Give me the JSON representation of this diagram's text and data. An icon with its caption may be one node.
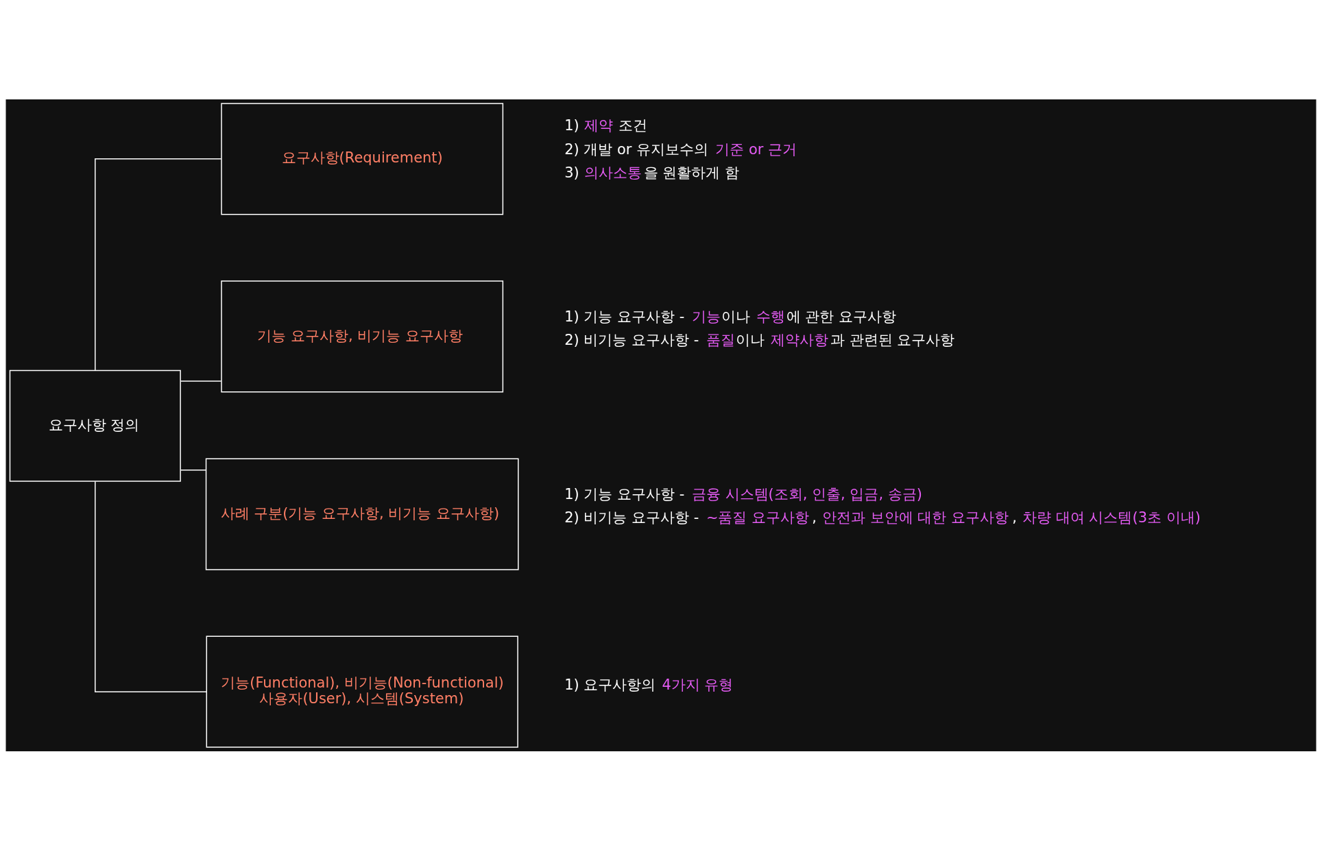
{
  "diagram": {
    "nodes": [
      {
        "text": [
          "요구사항 정의"
        ]
      },
      {
        "text": [
          "요구사항(Requirement)"
        ],
        "beside": [
          "1) **제약** 조건",
          "2) 개발 or 유지보수의 **기준 or 근거**",
          "3) **의사소통**을 원활하게 함"
        ]
      },
      {
        "text": [
          "기능 요구사항, 비기능 요구사항"
        ],
        "beside": [
          "1) 기능 요구사항 - **기능**이나 **수행**에 관한 요구사항",
          "2) 비기능 요구사항 - **품질**이나 **제약사항**과 관련된 요구사항"
        ]
      },
      {
        "text": [
          "사례 구분(기능 요구사항, 비기능 요구사항)"
        ],
        "beside": [
          "1) 기능 요구사항 - **금융 시스템(조회, 인출, 입금, 송금)**",
          "2) 비기능 요구사항 - **~품질 요구사항**, **안전과 보안에 대한 요구사항**, **차량 대여 시스템(3초 이내)**"
        ]
      },
      {
        "text": [
          "기능(Functional), 비기능(Non-functional) 사용자(User), 시스템(System)"
        ],
        "beside": [
          "1) 요구사항의 **4가지 유형**"
        ]
      }
    ],
    "edges": [
      {
        "from": 0,
        "to": 1,
        "arrow": "none"
      },
      {
        "from": 0,
        "to": 2,
        "arrow": "none"
      },
      {
        "from": 0,
        "to": 3,
        "arrow": "none"
      },
      {
        "from": 0,
        "to": 4,
        "arrow": "none"
      }
    ]
  }
}
